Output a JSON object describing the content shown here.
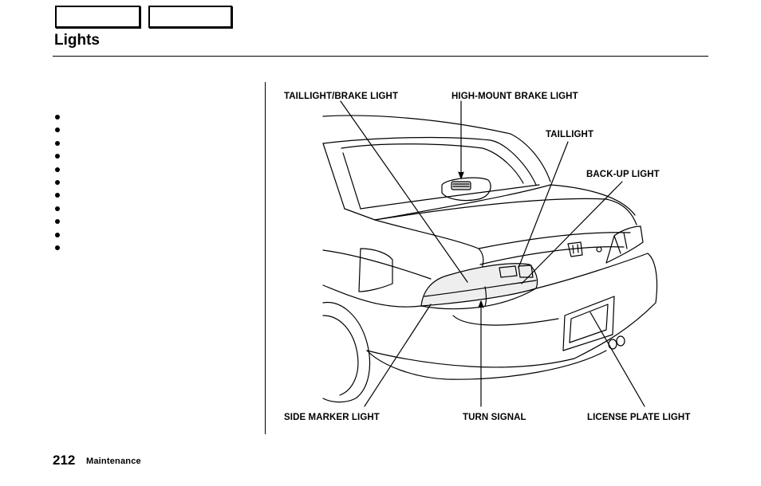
{
  "header": {
    "nav_buttons": [
      "",
      ""
    ],
    "title": "Lights"
  },
  "bullets": [
    "",
    "",
    "",
    "",
    "",
    "",
    "",
    "",
    "",
    "",
    ""
  ],
  "figure": {
    "callouts": {
      "taillight_brake": "TAILLIGHT/BRAKE LIGHT",
      "high_mount": "HIGH-MOUNT BRAKE LIGHT",
      "taillight": "TAILLIGHT",
      "backup": "BACK-UP LIGHT",
      "side_marker": "SIDE MARKER LIGHT",
      "turn_signal": "TURN SIGNAL",
      "license_plate": "LICENSE PLATE LIGHT"
    }
  },
  "footer": {
    "page_number": "212",
    "section": "Maintenance"
  }
}
